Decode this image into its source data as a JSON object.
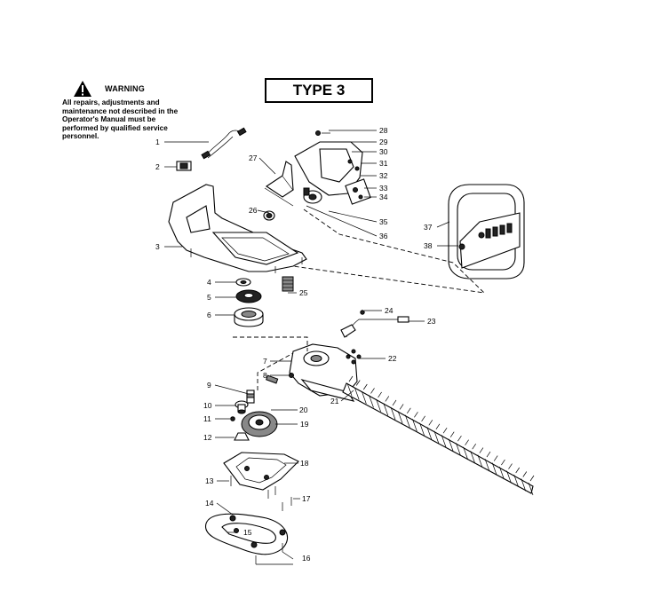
{
  "warning": {
    "title": "WARNING",
    "text": "All repairs, adjustments and maintenance not described in the Operator's Manual must be performed by qualified service personnel.",
    "icon": "warning-triangle-icon"
  },
  "type_label": "TYPE 3",
  "callouts": [
    "1",
    "2",
    "3",
    "4",
    "5",
    "6",
    "7",
    "8",
    "9",
    "10",
    "11",
    "12",
    "13",
    "14",
    "15",
    "16",
    "17",
    "18",
    "19",
    "20",
    "21",
    "22",
    "23",
    "24",
    "25",
    "26",
    "27",
    "28",
    "29",
    "30",
    "31",
    "32",
    "33",
    "34",
    "35",
    "36",
    "37",
    "38"
  ]
}
